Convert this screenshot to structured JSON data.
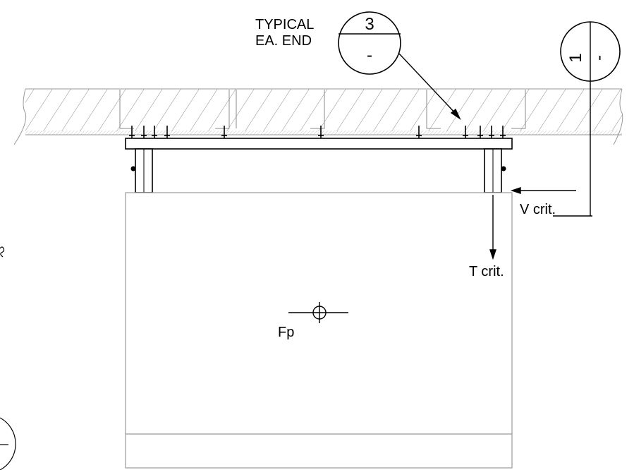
{
  "callout_detail": {
    "note_line1": "TYPICAL",
    "note_line2": "EA. END",
    "detail_number": "3",
    "sheet_number": "-"
  },
  "section_marker": {
    "number": "1",
    "sheet": "-"
  },
  "loads": {
    "shear_label": "V crit.",
    "tension_label": "T crit.",
    "seismic_force_label": "Fp"
  },
  "colors": {
    "linework": "#000000",
    "light_outline": "#999999",
    "hatch": "#777777"
  }
}
